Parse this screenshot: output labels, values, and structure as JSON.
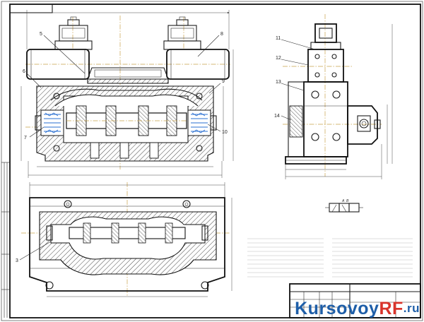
{
  "sheet": {
    "top_left_stamp": "",
    "title_block_code": ""
  },
  "callouts": {
    "front": [
      "5",
      "6",
      "7",
      "8",
      "9",
      "10"
    ],
    "side": [
      "11",
      "12",
      "13",
      "14"
    ],
    "plan": [
      "3"
    ]
  },
  "dimensions": {
    "front": [
      "",
      "",
      "",
      "",
      ""
    ],
    "side": [
      "",
      "",
      "",
      ""
    ],
    "plan": [
      "",
      "",
      ""
    ]
  },
  "hydraulic_symbol": {
    "caption": "",
    "ports": [
      "A",
      "B"
    ]
  },
  "technical_requirements": {
    "heading": "",
    "lines": []
  },
  "technical_characteristics": {
    "heading": "",
    "lines": []
  },
  "watermark": {
    "main": "Kursovoy",
    "accent": "RF",
    "suffix": ".ru"
  },
  "colors": {
    "axis": "#c8a24a",
    "hatch_fill": "#8fb3d6",
    "detail_blue": "#2a6fd1",
    "watermark_blue": "#1e5ea8",
    "watermark_red": "#d9342b"
  }
}
